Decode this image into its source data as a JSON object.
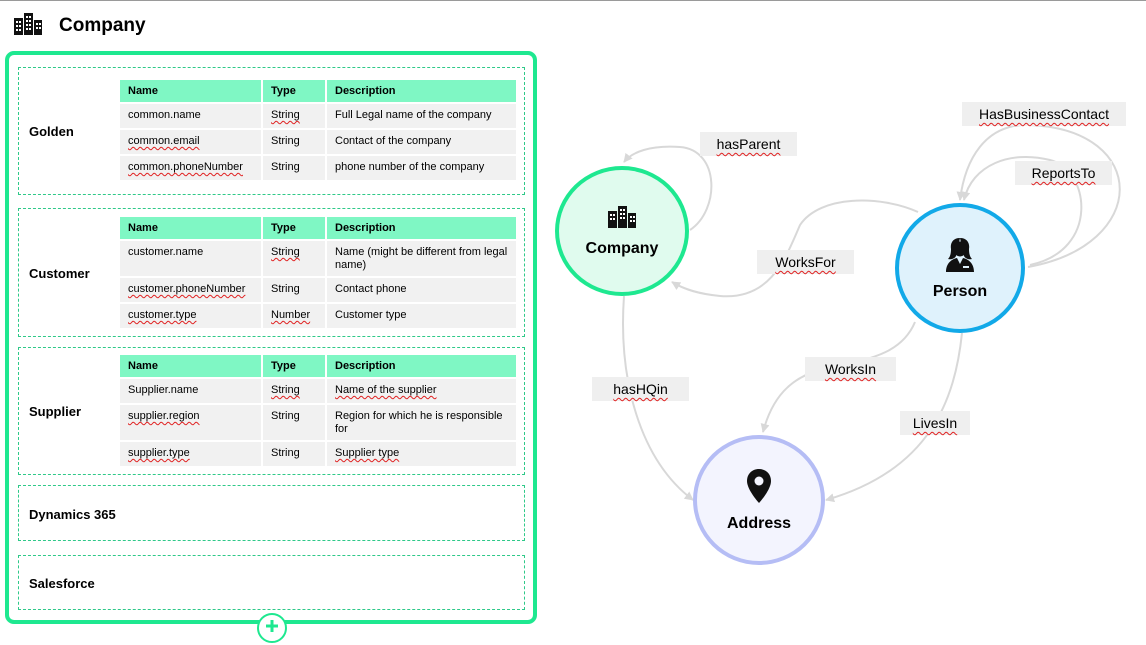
{
  "header": {
    "title": "Company",
    "icon": "building-icon"
  },
  "sources": [
    {
      "name": "Golden",
      "columns": [
        "Name",
        "Type",
        "Description"
      ],
      "rows": [
        [
          "common.name",
          "String",
          "Full Legal name of the company"
        ],
        [
          "common.email",
          "String",
          "Contact of the company"
        ],
        [
          "common.phoneNumber",
          "String",
          "phone number of the company"
        ]
      ]
    },
    {
      "name": "Customer",
      "columns": [
        "Name",
        "Type",
        "Description"
      ],
      "rows": [
        [
          "customer.name",
          "String",
          "Name (might be different from legal name)"
        ],
        [
          "customer.phoneNumber",
          "String",
          "Contact phone"
        ],
        [
          "customer.type",
          "Number",
          "Customer type"
        ]
      ]
    },
    {
      "name": "Supplier",
      "columns": [
        "Name",
        "Type",
        "Description"
      ],
      "rows": [
        [
          "Supplier.name",
          "String",
          "Name of the supplier"
        ],
        [
          "supplier.region",
          "String",
          "Region for which he is responsible for"
        ],
        [
          "supplier.type",
          "String",
          "Supplier type"
        ]
      ]
    },
    {
      "name": "Dynamics 365"
    },
    {
      "name": "Salesforce"
    }
  ],
  "graph": {
    "nodes": {
      "company": {
        "label": "Company",
        "icon": "building-icon",
        "color": "#1ee890",
        "fill": "#e0fbee"
      },
      "person": {
        "label": "Person",
        "icon": "person-icon",
        "color": "#12a9e8",
        "fill": "#dff2fc"
      },
      "address": {
        "label": "Address",
        "icon": "location-pin-icon",
        "color": "#b5bdf5",
        "fill": "#f3f4fe"
      }
    },
    "edges": {
      "hasParent": "hasParent",
      "worksFor": "WorksFor",
      "hasBusinessContact": "HasBusinessContact",
      "reportsTo": "ReportsTo",
      "hasHQin": "hasHQin",
      "worksIn": "WorksIn",
      "livesIn": "LivesIn"
    }
  },
  "colors": {
    "accent": "#1ee890",
    "header_cell": "#7ff7c4",
    "cell": "#f1f1f1",
    "edge_label_bg": "#efefef"
  }
}
